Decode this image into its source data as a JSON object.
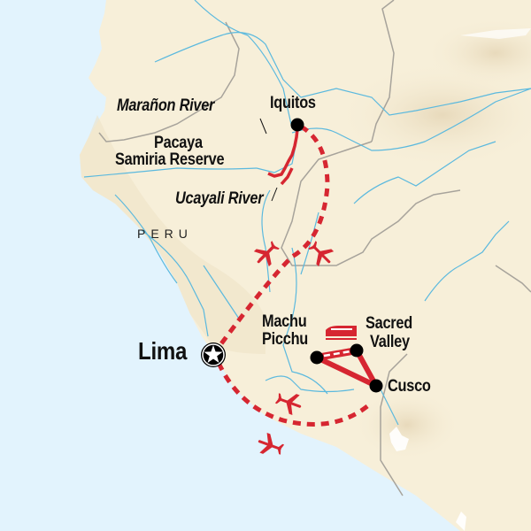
{
  "map": {
    "country_label": "PERU",
    "colors": {
      "sea": "#e2f3fd",
      "land": "#f7efd9",
      "land_shade": "#e9dcc0",
      "river": "#5bb9de",
      "border": "#a7a39b",
      "route": "#d62631",
      "marker": "#000000"
    },
    "places": [
      {
        "name": "Iquitos",
        "type": "stop"
      },
      {
        "name": "Lima",
        "type": "start-end"
      },
      {
        "name": "Machu Picchu",
        "type": "stop"
      },
      {
        "name": "Sacred Valley",
        "type": "stop"
      },
      {
        "name": "Cusco",
        "type": "stop"
      }
    ],
    "labels": {
      "iquitos": "Iquitos",
      "maranon": "Marañon River",
      "pacaya_1": "Pacaya",
      "pacaya_2": "Samiria Reserve",
      "ucayali": "Ucayali River",
      "lima": "Lima",
      "machu_1": "Machu",
      "machu_2": "Picchu",
      "sacred_1": "Sacred",
      "sacred_2": "Valley",
      "cusco": "Cusco"
    },
    "legs": [
      {
        "from": "Lima",
        "to": "Iquitos",
        "mode": "flight"
      },
      {
        "from": "Iquitos",
        "to": "Pacaya Samiria Reserve",
        "mode": "boat"
      },
      {
        "from": "Iquitos",
        "to": "Lima",
        "mode": "flight"
      },
      {
        "from": "Lima",
        "to": "Cusco",
        "mode": "flight"
      },
      {
        "from": "Cusco",
        "to": "Sacred Valley",
        "mode": "road"
      },
      {
        "from": "Sacred Valley",
        "to": "Machu Picchu",
        "mode": "train"
      },
      {
        "from": "Machu Picchu",
        "to": "Cusco",
        "mode": "road"
      },
      {
        "from": "Cusco",
        "to": "Lima",
        "mode": "flight"
      }
    ],
    "icons": [
      "plane-icon",
      "plane-icon",
      "plane-icon",
      "plane-icon",
      "train-icon",
      "star-icon"
    ]
  }
}
